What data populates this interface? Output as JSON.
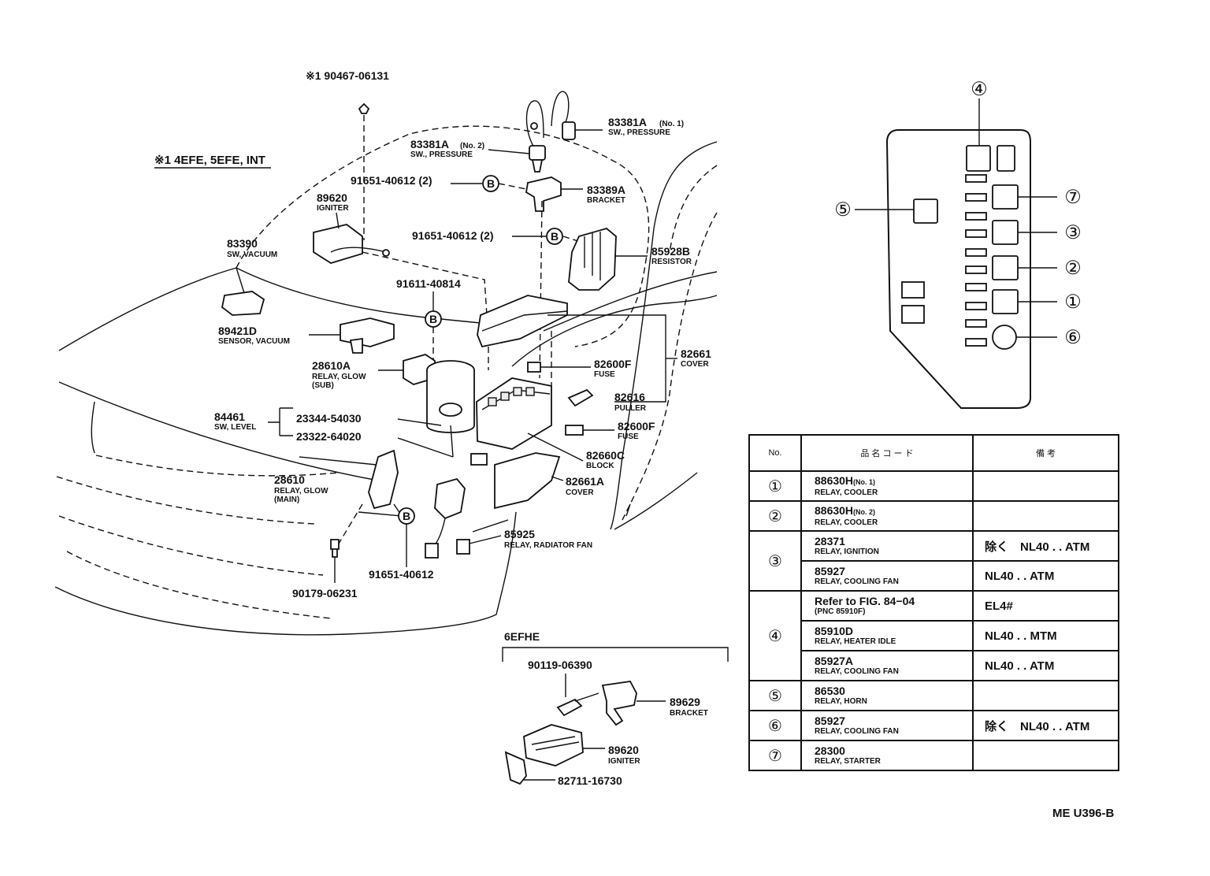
{
  "note": {
    "fitment_label": "※1 4EFE, 5EFE, INT",
    "fitment_ref": "※1 90467-06131"
  },
  "callouts": {
    "c83381A1": {
      "pn": "83381A",
      "sub": "(No. 1)",
      "desc": "SW., PRESSURE"
    },
    "c83381A2": {
      "pn": "83381A",
      "sub": "(No. 2)",
      "desc": "SW., PRESSURE"
    },
    "c91651a": {
      "pn": "91651-40612 (2)"
    },
    "c83389A": {
      "pn": "83389A",
      "desc": "BRACKET"
    },
    "c91651b": {
      "pn": "91651-40612 (2)"
    },
    "c85928B": {
      "pn": "85928B",
      "desc": "RESISTOR"
    },
    "c89620": {
      "pn": "89620",
      "desc": "IGNITER"
    },
    "c83390": {
      "pn": "83390",
      "desc": "SW, VACUUM"
    },
    "c91611": {
      "pn": "91611-40814"
    },
    "c89421D": {
      "pn": "89421D",
      "desc": "SENSOR, VACUUM"
    },
    "c28610A": {
      "pn": "28610A",
      "desc": "RELAY, GLOW",
      "desc2": "(SUB)"
    },
    "c82600F1": {
      "pn": "82600F",
      "desc": "FUSE"
    },
    "c82661": {
      "pn": "82661",
      "desc": "COVER"
    },
    "c82616": {
      "pn": "82616",
      "desc": "PULLER"
    },
    "c82600F2": {
      "pn": "82600F",
      "desc": "FUSE"
    },
    "c84461": {
      "pn": "84461",
      "desc": "SW, LEVEL"
    },
    "c23344": {
      "pn": "23344-54030"
    },
    "c23322": {
      "pn": "23322-64020"
    },
    "c82660C": {
      "pn": "82660C",
      "desc": "BLOCK"
    },
    "c28610": {
      "pn": "28610",
      "desc": "RELAY, GLOW",
      "desc2": "(MAIN)"
    },
    "c82661A": {
      "pn": "82661A",
      "desc": "COVER"
    },
    "c85925": {
      "pn": "85925",
      "desc": "RELAY, RADIATOR FAN"
    },
    "c91651c": {
      "pn": "91651-40612"
    },
    "c90179": {
      "pn": "90179-06231"
    },
    "c90119": {
      "pn": "90119-06390"
    },
    "c89629": {
      "pn": "89629",
      "desc": "BRACKET"
    },
    "c89620b": {
      "pn": "89620",
      "desc": "IGNITER"
    },
    "c82711": {
      "pn": "82711-16730"
    }
  },
  "inset": {
    "title": "6EFHE"
  },
  "markers": {
    "b": "B"
  },
  "relay_panel": {
    "labels": [
      "④",
      "⑦",
      "⑤",
      "③",
      "②",
      "①",
      "⑥"
    ]
  },
  "table": {
    "headers": [
      "No.",
      "品 名 コ ー ド",
      "備 考"
    ],
    "rows": [
      {
        "no": "①",
        "items": [
          {
            "pn": "88630H",
            "sub": "(No. 1)",
            "desc": "RELAY, COOLER",
            "remark": ""
          }
        ]
      },
      {
        "no": "②",
        "items": [
          {
            "pn": "88630H",
            "sub": "(No. 2)",
            "desc": "RELAY, COOLER",
            "remark": ""
          }
        ]
      },
      {
        "no": "③",
        "items": [
          {
            "pn": "28371",
            "sub": "",
            "desc": "RELAY, IGNITION",
            "remark": "除く　NL40 . . ATM"
          },
          {
            "pn": "85927",
            "sub": "",
            "desc": "RELAY, COOLING FAN",
            "remark": "NL40 . . ATM"
          }
        ]
      },
      {
        "no": "④",
        "items": [
          {
            "pn": "Refer to FIG. 84−04",
            "sub": "",
            "desc": "(PNC 85910F)",
            "remark": "EL4#"
          },
          {
            "pn": "85910D",
            "sub": "",
            "desc": "RELAY, HEATER IDLE",
            "remark": "NL40 . . MTM"
          },
          {
            "pn": "85927A",
            "sub": "",
            "desc": "RELAY, COOLING FAN",
            "remark": "NL40 . . ATM"
          }
        ]
      },
      {
        "no": "⑤",
        "items": [
          {
            "pn": "86530",
            "sub": "",
            "desc": "RELAY, HORN",
            "remark": ""
          }
        ]
      },
      {
        "no": "⑥",
        "items": [
          {
            "pn": "85927",
            "sub": "",
            "desc": "RELAY, COOLING FAN",
            "remark": "除く　NL40 . . ATM"
          }
        ]
      },
      {
        "no": "⑦",
        "items": [
          {
            "pn": "28300",
            "sub": "",
            "desc": "RELAY, STARTER",
            "remark": ""
          }
        ]
      }
    ]
  },
  "doc_code": "ME U396-B"
}
